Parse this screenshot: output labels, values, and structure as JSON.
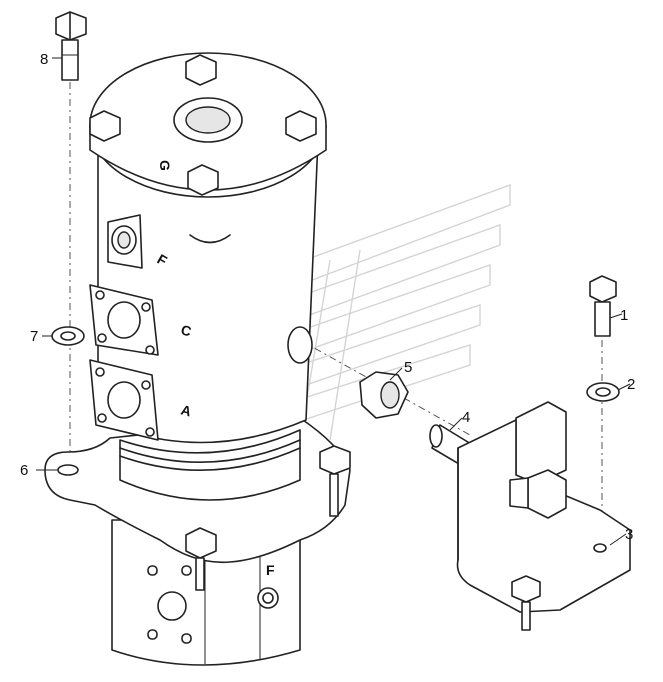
{
  "callouts": [
    {
      "id": 1,
      "label": "1"
    },
    {
      "id": 2,
      "label": "2"
    },
    {
      "id": 3,
      "label": "3"
    },
    {
      "id": 4,
      "label": "4"
    },
    {
      "id": 5,
      "label": "5"
    },
    {
      "id": 6,
      "label": "6"
    },
    {
      "id": 7,
      "label": "7"
    },
    {
      "id": 8,
      "label": "8"
    }
  ],
  "port_labels": {
    "g": "G",
    "f_upper": "F",
    "c": "C",
    "a": "A",
    "f_lower": "F"
  }
}
